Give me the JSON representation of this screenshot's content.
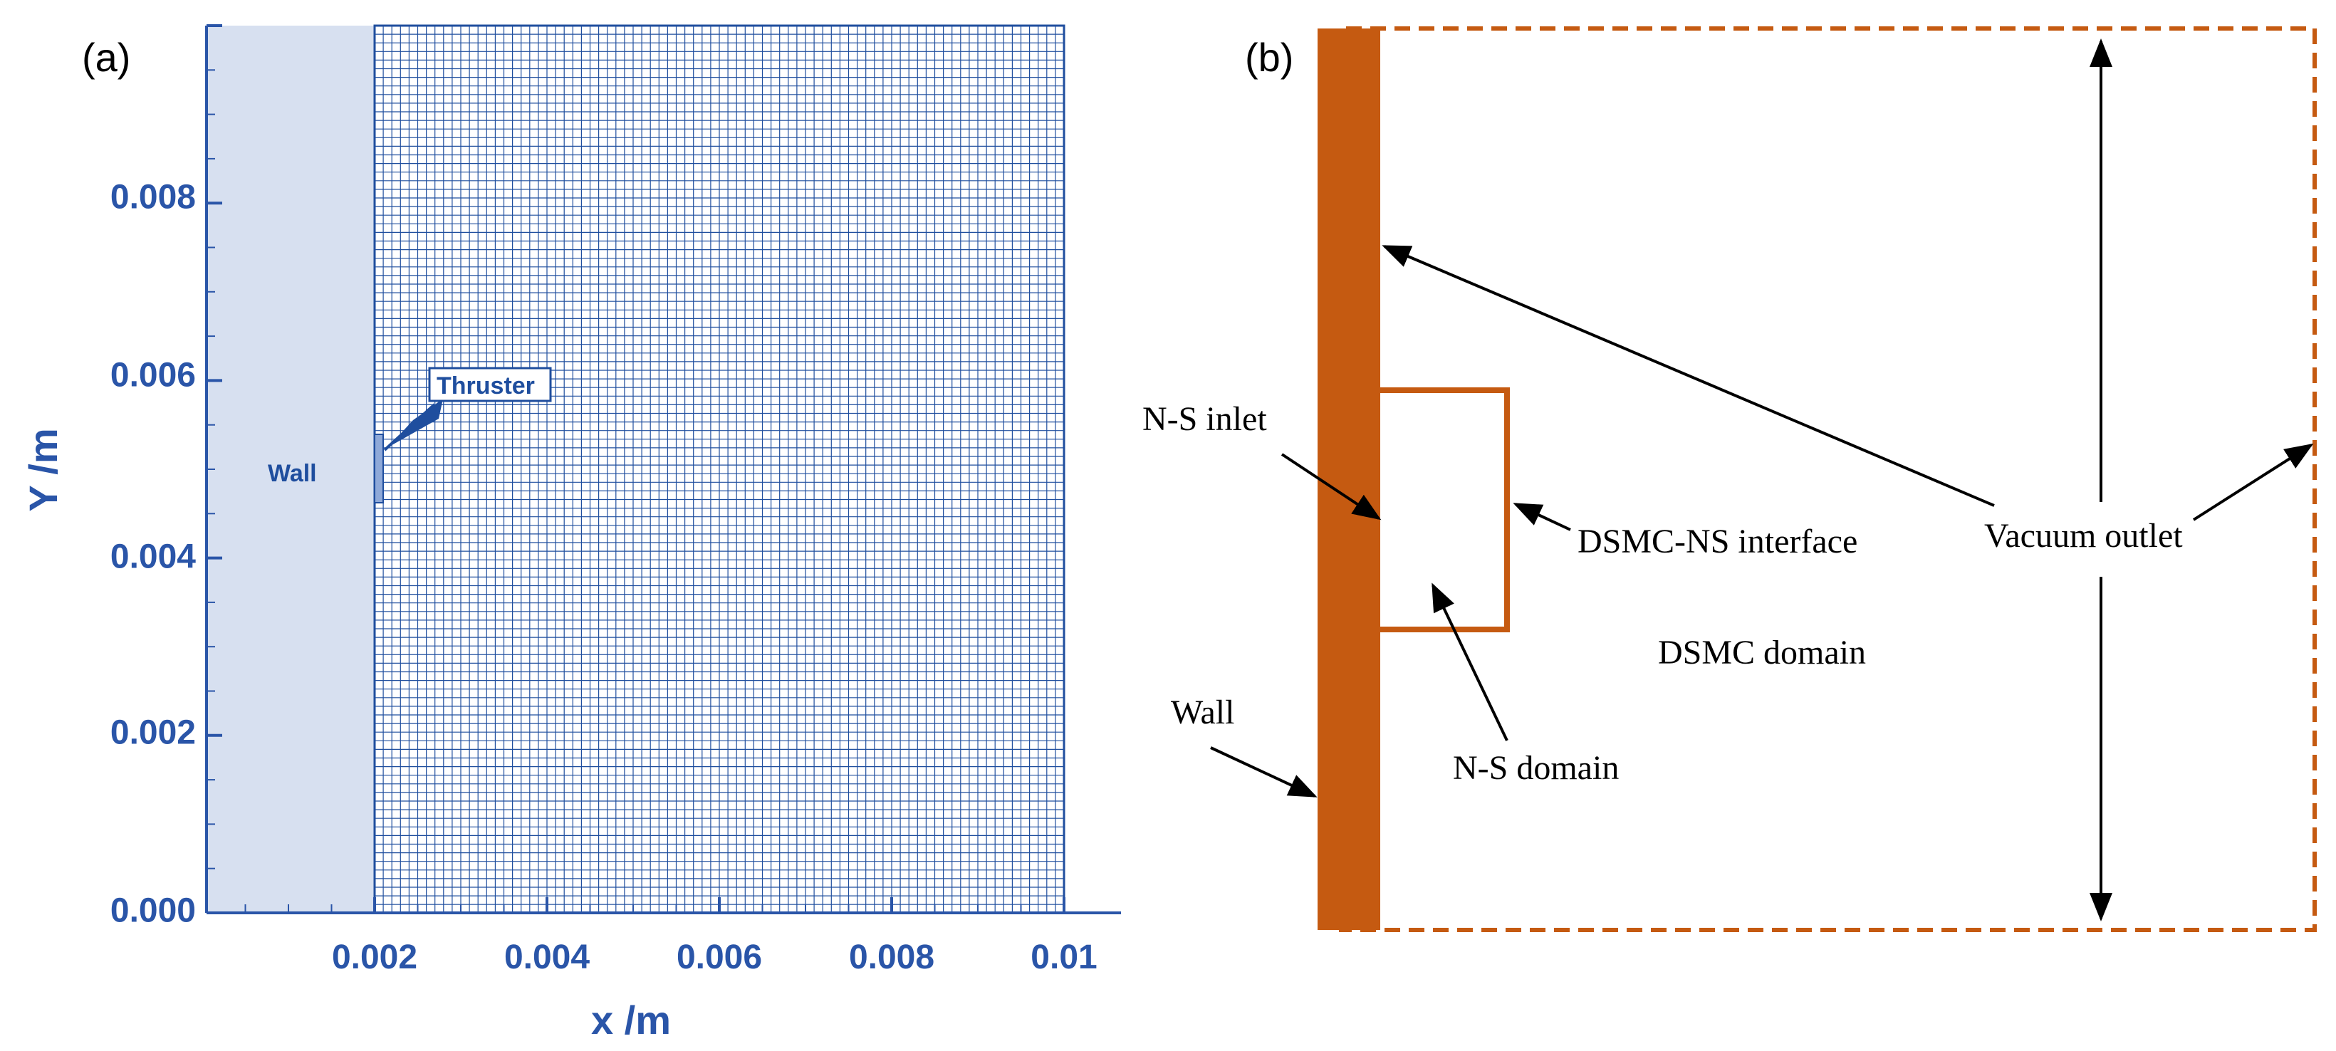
{
  "panel_a": {
    "label": "(a)",
    "xlabel": "x /m",
    "ylabel": "Y /m",
    "x_ticks": [
      "0.002",
      "0.004",
      "0.006",
      "0.008",
      "0.01"
    ],
    "y_ticks": [
      "0.000",
      "0.002",
      "0.004",
      "0.006",
      "0.008"
    ],
    "xlim": [
      0,
      0.01
    ],
    "ylim": [
      0,
      0.01
    ],
    "wall_label": "Wall",
    "thruster_label": "Thruster",
    "colors": {
      "mesh": "#1f4e9e",
      "wall_fill": "#d7e0f0",
      "axis": "#2a55a8"
    }
  },
  "panel_b": {
    "label": "(b)",
    "labels": {
      "ns_inlet": "N-S inlet",
      "interface": "DSMC-NS interface",
      "vacuum_outlet": "Vacuum outlet",
      "dsmc_domain": "DSMC domain",
      "wall": "Wall",
      "ns_domain": "N-S domain"
    },
    "colors": {
      "wall": "#c55a11",
      "arrow": "#000000"
    }
  }
}
